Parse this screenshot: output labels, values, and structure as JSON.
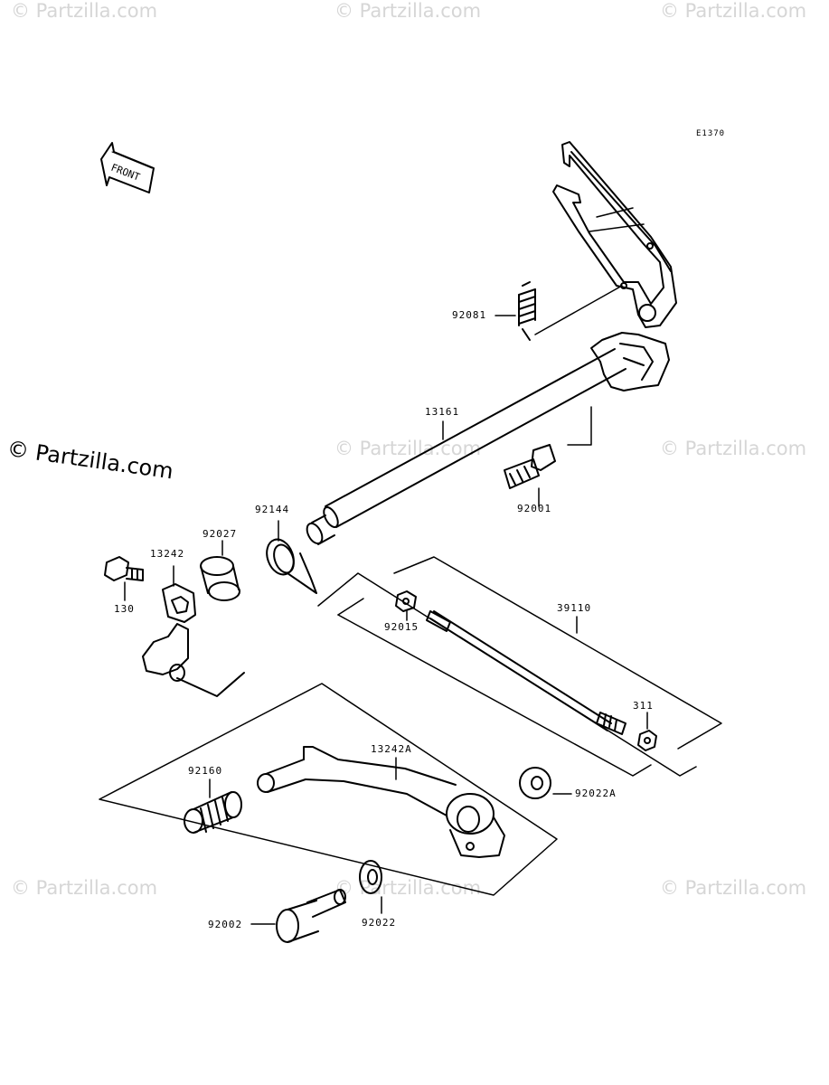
{
  "diagram": {
    "code": "E1370",
    "front_label": "FRONT",
    "watermark": "© Partzilla.com",
    "parts": {
      "p92081": "92081",
      "p13161": "13161",
      "p92001": "92001",
      "p92144": "92144",
      "p92027": "92027",
      "p13242": "13242",
      "p130": "130",
      "p92015": "92015",
      "p39110": "39110",
      "p311": "311",
      "p13242A": "13242A",
      "p92160": "92160",
      "p92022A": "92022A",
      "p92002": "92002",
      "p92022": "92022"
    }
  }
}
